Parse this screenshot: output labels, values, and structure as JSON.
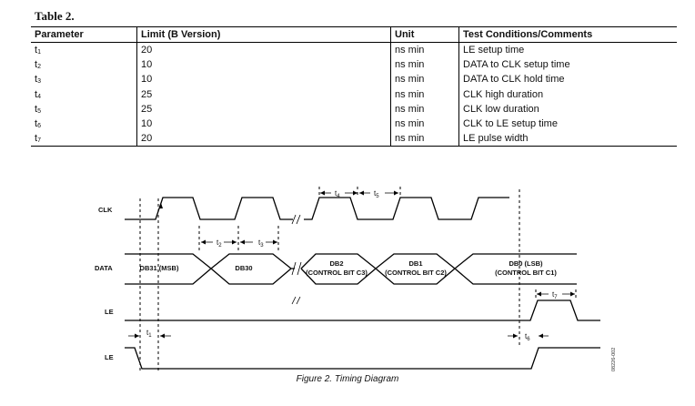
{
  "table": {
    "title": "Table 2.",
    "headers": [
      "Parameter",
      "Limit (B Version)",
      "Unit",
      "Test Conditions/Comments"
    ],
    "rows": [
      {
        "param": "t",
        "sub": "1",
        "limit": "20",
        "unit": "ns min",
        "comment": "LE setup time"
      },
      {
        "param": "t",
        "sub": "2",
        "limit": "10",
        "unit": "ns min",
        "comment": "DATA to CLK setup time"
      },
      {
        "param": "t",
        "sub": "3",
        "limit": "10",
        "unit": "ns min",
        "comment": "DATA to CLK hold time"
      },
      {
        "param": "t",
        "sub": "4",
        "limit": "25",
        "unit": "ns min",
        "comment": "CLK high duration"
      },
      {
        "param": "t",
        "sub": "5",
        "limit": "25",
        "unit": "ns min",
        "comment": "CLK low duration"
      },
      {
        "param": "t",
        "sub": "6",
        "limit": "10",
        "unit": "ns min",
        "comment": "CLK to LE setup time"
      },
      {
        "param": "t",
        "sub": "7",
        "limit": "20",
        "unit": "ns min",
        "comment": "LE pulse width"
      }
    ]
  },
  "diagram": {
    "signals": {
      "clk": "CLK",
      "data": "DATA",
      "le1": "LE",
      "le2": "LE"
    },
    "data_words": {
      "db31": "DB31 (MSB)",
      "db30": "DB30",
      "db2_a": "DB2",
      "db2_b": "(CONTROL BIT C3)",
      "db1_a": "DB1",
      "db1_b": "(CONTROL BIT C2)",
      "db0_a": "DB0 (LSB)",
      "db0_b": "(CONTROL BIT C1)"
    },
    "timing_labels": {
      "t1": "t",
      "t2": "t",
      "t3": "t",
      "t4": "t",
      "t5": "t",
      "t6": "t",
      "t7": "t"
    },
    "timing_subs": {
      "t1": "1",
      "t2": "2",
      "t3": "3",
      "t4": "4",
      "t5": "5",
      "t6": "6",
      "t7": "7"
    },
    "side_code": "08226-002"
  },
  "caption": "Figure 2. Timing Diagram"
}
